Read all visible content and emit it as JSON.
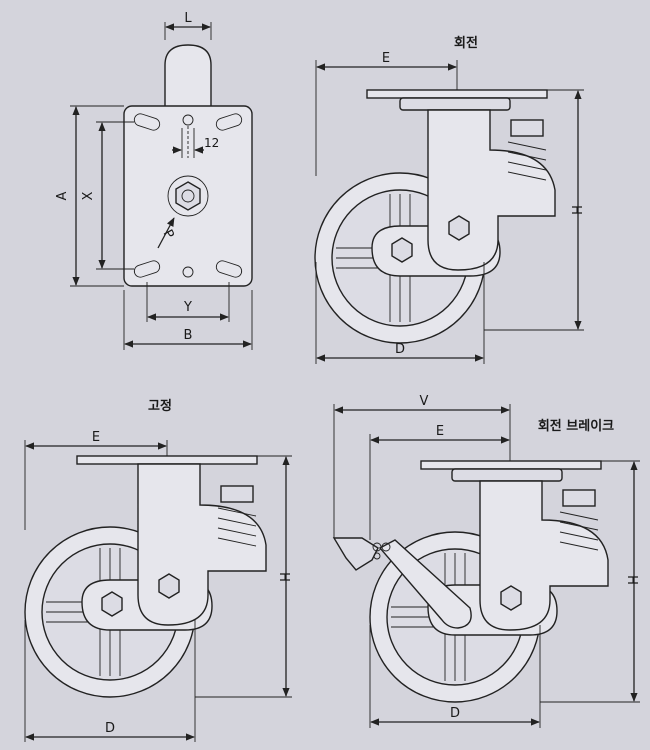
{
  "captions": {
    "swivel": "회전",
    "fixed": "고정",
    "swivel_brake": "회전 브레이크"
  },
  "top_plate": {
    "L": "L",
    "dim_12": "12",
    "A": "A",
    "X": "X",
    "P": "P",
    "Y": "Y",
    "B": "B"
  },
  "swivel_view": {
    "E": "E",
    "H": "H",
    "D": "D"
  },
  "fixed_view": {
    "E": "E",
    "H": "H",
    "D": "D"
  },
  "brake_view": {
    "V": "V",
    "E": "E",
    "H": "H",
    "D": "D"
  },
  "colors": {
    "background": "#d4d4dc",
    "line": "#222222",
    "part_fill": "#e6e6ec"
  }
}
